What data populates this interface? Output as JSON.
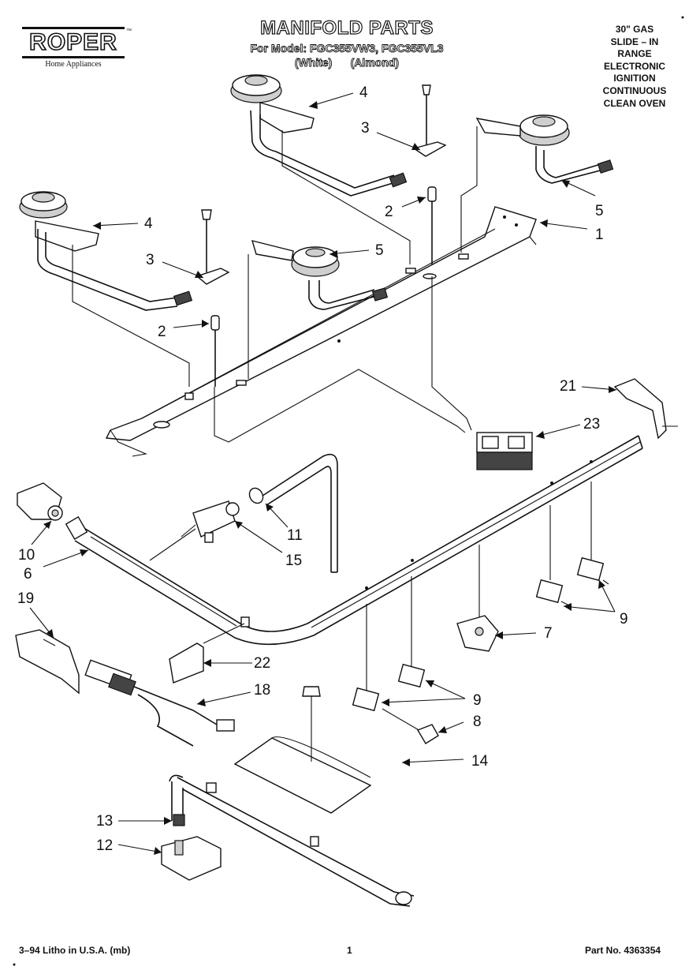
{
  "brand": {
    "name": "ROPER",
    "tm": "™",
    "subtitle": "Home Appliances"
  },
  "header": {
    "title": "MANIFOLD PARTS",
    "model_line": "For Model: FGC355VW3, FGC355VL3",
    "color_line": "(White)      (Almond)"
  },
  "range_desc": [
    "30\" GAS",
    "SLIDE – IN",
    "RANGE",
    "ELECTRONIC",
    "IGNITION",
    "CONTINUOUS",
    "CLEAN OVEN"
  ],
  "callouts": {
    "c4a": "4",
    "c3a": "3",
    "c2a": "2",
    "c5a": "5",
    "c1": "1",
    "c4b": "4",
    "c3b": "3",
    "c5b": "5",
    "c2b": "2",
    "c21": "21",
    "c23": "23",
    "c11": "11",
    "c15": "15",
    "c10": "10",
    "c6": "6",
    "c19": "19",
    "c9a": "9",
    "c7": "7",
    "c22": "22",
    "c18": "18",
    "c9b": "9",
    "c8": "8",
    "c14": "14",
    "c13": "13",
    "c12": "12"
  },
  "footer": {
    "litho": "3–94 Litho in U.S.A. (mb)",
    "page": "1",
    "part_no": "Part No. 4363354"
  }
}
